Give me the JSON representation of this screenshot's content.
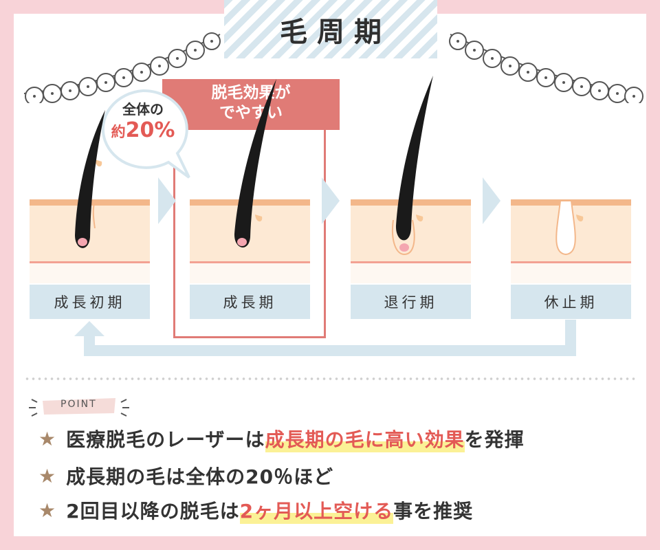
{
  "title": "毛周期",
  "highlight": {
    "line1": "脱毛効果が",
    "line2": "でやすい"
  },
  "bubble": {
    "line1": "全体の",
    "prefix": "約",
    "value": "20%"
  },
  "stages": [
    {
      "label": "成長初期"
    },
    {
      "label": "成長期"
    },
    {
      "label": "退行期"
    },
    {
      "label": "休止期"
    }
  ],
  "point_tag": "POINT",
  "points": [
    {
      "before": "医療脱毛のレーザーは",
      "highlight": "成長期の毛に高い効果",
      "after": "を発揮"
    },
    {
      "before": "成長期の毛は全体の20％ほど",
      "highlight": "",
      "after": ""
    },
    {
      "before": "2回目以降の脱毛は",
      "highlight": "2ヶ月以上空ける",
      "after": "事を推奨"
    }
  ],
  "colors": {
    "background": "#f8d3d8",
    "accent_red": "#e07b76",
    "light_blue": "#d6e6ee",
    "star": "#a8886a",
    "highlight_yellow": "#fbf196"
  }
}
